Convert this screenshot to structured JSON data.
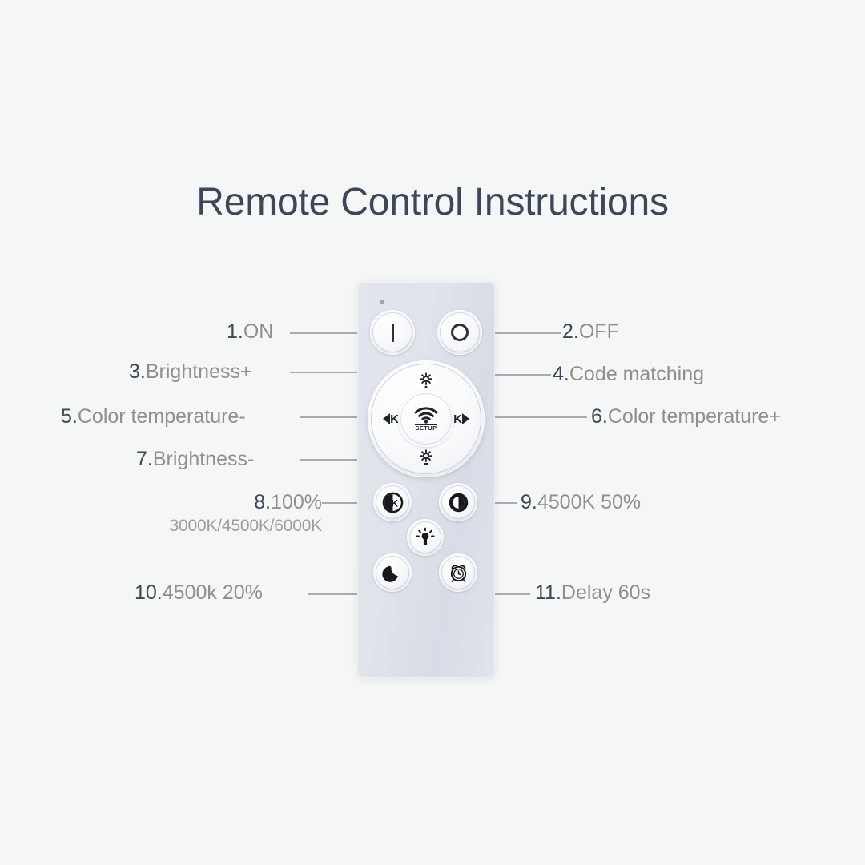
{
  "page": {
    "title": "Remote Control Instructions",
    "background_color": "#f5f6f6",
    "title_color": "#3d4759",
    "label_color": "#8c8f94"
  },
  "remote": {
    "body_color": "#dfe3ea",
    "ir_led": "ir-led-indicator",
    "buttons": {
      "on": {
        "glyph": "power-on-bar-icon",
        "label": "|"
      },
      "off": {
        "glyph": "power-off-circle-icon",
        "label": "O"
      },
      "dpad_up": {
        "glyph": "brightness-up-sun-icon"
      },
      "dpad_down": {
        "glyph": "brightness-down-sun-icon"
      },
      "dpad_left": {
        "glyph": "color-temp-down-icon",
        "label": "K"
      },
      "dpad_right": {
        "glyph": "color-temp-up-icon",
        "label": "K"
      },
      "center": {
        "glyph": "wifi-setup-icon",
        "label": "SETUP"
      },
      "scene_100": {
        "glyph": "circle-k-icon"
      },
      "scene_4500k_50": {
        "glyph": "half-contrast-icon"
      },
      "scene_bulb": {
        "glyph": "light-bulb-icon"
      },
      "scene_night": {
        "glyph": "moon-star-icon"
      },
      "scene_delay": {
        "glyph": "alarm-clock-icon"
      }
    }
  },
  "callouts": [
    {
      "id": "on",
      "num": "1.",
      "label": "ON"
    },
    {
      "id": "off",
      "num": "2.",
      "label": "OFF"
    },
    {
      "id": "brightness-up",
      "num": "3.",
      "label": "Brightness+"
    },
    {
      "id": "code-matching",
      "num": "4.",
      "label": "Code matching"
    },
    {
      "id": "color-temp-down",
      "num": "5.",
      "label": "Color temperature-"
    },
    {
      "id": "color-temp-up",
      "num": "6.",
      "label": "Color temperature+"
    },
    {
      "id": "brightness-down",
      "num": "7.",
      "label": "Brightness-"
    },
    {
      "id": "preset-100",
      "num": "8.",
      "label": "100%",
      "sub": "3000K/4500K/6000K"
    },
    {
      "id": "preset-4500k-50",
      "num": "9.",
      "label": "4500K 50%"
    },
    {
      "id": "preset-4500k-20",
      "num": "10.",
      "label": "4500k 20%"
    },
    {
      "id": "delay",
      "num": "11.",
      "label": "Delay 60s"
    }
  ]
}
